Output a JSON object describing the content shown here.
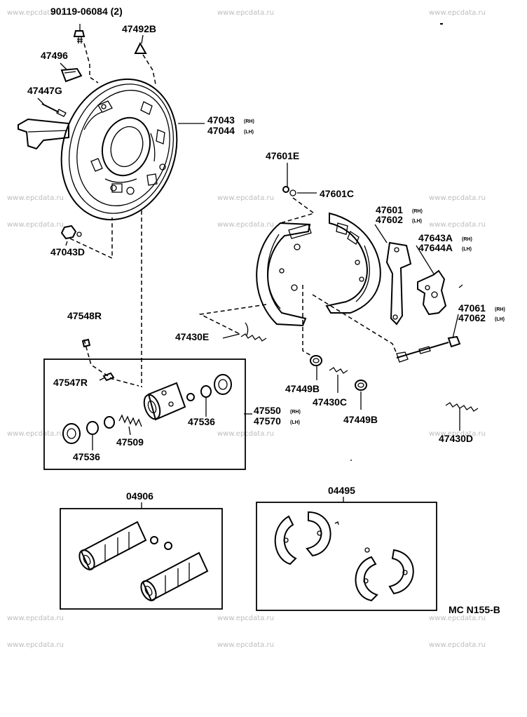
{
  "watermarks": [
    "www.epcdata.ru",
    "www.epcdata.ru",
    "www.epcdata.ru",
    "www.epcdata.ru",
    "www.epcdata.ru",
    "www.epcdata.ru",
    "www.epcdata.ru",
    "www.epcdata.ru",
    "www.epcdata.ru",
    "www.epcdata.ru",
    "www.epcdata.ru",
    "www.epcdata.ru",
    "www.epcdata.ru",
    "www.epcdata.ru",
    "www.epcdata.ru",
    "www.epcdata.ru",
    "www.epcdata.ru",
    "www.epcdata.ru"
  ],
  "labels": {
    "p90119": "90119-06084 (2)",
    "p47492B": "47492B",
    "p47496": "47496",
    "p47447G": "47447G",
    "p47043": "47043",
    "p47043_side": "(RH)",
    "p47044": "47044",
    "p47044_side": "(LH)",
    "p47043D": "47043D",
    "p47601E": "47601E",
    "p47601C": "47601C",
    "p47601": "47601",
    "p47601_side": "(RH)",
    "p47602": "47602",
    "p47602_side": "(LH)",
    "p47643A": "47643A",
    "p47643A_side": "(RH)",
    "p47644A": "47644A",
    "p47644A_side": "(LH)",
    "p47548R": "47548R",
    "p47430E": "47430E",
    "p47061": "47061",
    "p47061_side": "(RH)",
    "p47062": "47062",
    "p47062_side": "(LH)",
    "p47547R": "47547R",
    "p47550": "47550",
    "p47550_side": "(RH)",
    "p47570": "47570",
    "p47570_side": "(LH)",
    "p47449B_a": "47449B",
    "p47430C": "47430C",
    "p47449B_b": "47449B",
    "p47536_a": "47536",
    "p47509": "47509",
    "p47536_b": "47536",
    "p47430D": "47430D",
    "p04906": "04906",
    "p04495": "04495",
    "diagram_code": "MC N155-B"
  }
}
